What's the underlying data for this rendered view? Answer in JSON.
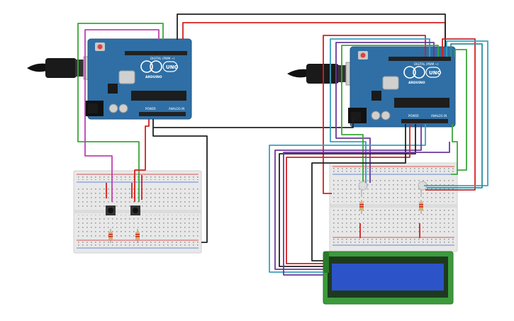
{
  "arduino_left": {
    "brand": "ARDUINO",
    "model": "UNO",
    "digital_label": "DIGITAL (PWM ~)",
    "power_label": "POWER",
    "analog_label": "ANALOG IN"
  },
  "arduino_right": {
    "brand": "ARDUINO",
    "model": "UNO",
    "digital_label": "DIGITAL (PWM ~)",
    "power_label": "POWER",
    "analog_label": "ANALOG IN"
  },
  "colors": {
    "wire_red": "#d42020",
    "wire_black": "#222222",
    "wire_green": "#3aa83a",
    "wire_magenta": "#c040b0",
    "wire_purple": "#6a3a9a",
    "wire_cyan": "#3aa0c0",
    "wire_teal": "#2e8fa0",
    "board_blue": "#2f6fa5",
    "lcd_green": "#3c9a3c",
    "lcd_screen": "#2c54c8"
  },
  "components": {
    "breadboards": 2,
    "pushbuttons": 2,
    "resistors": 4,
    "leds": 2,
    "lcd": 1
  }
}
